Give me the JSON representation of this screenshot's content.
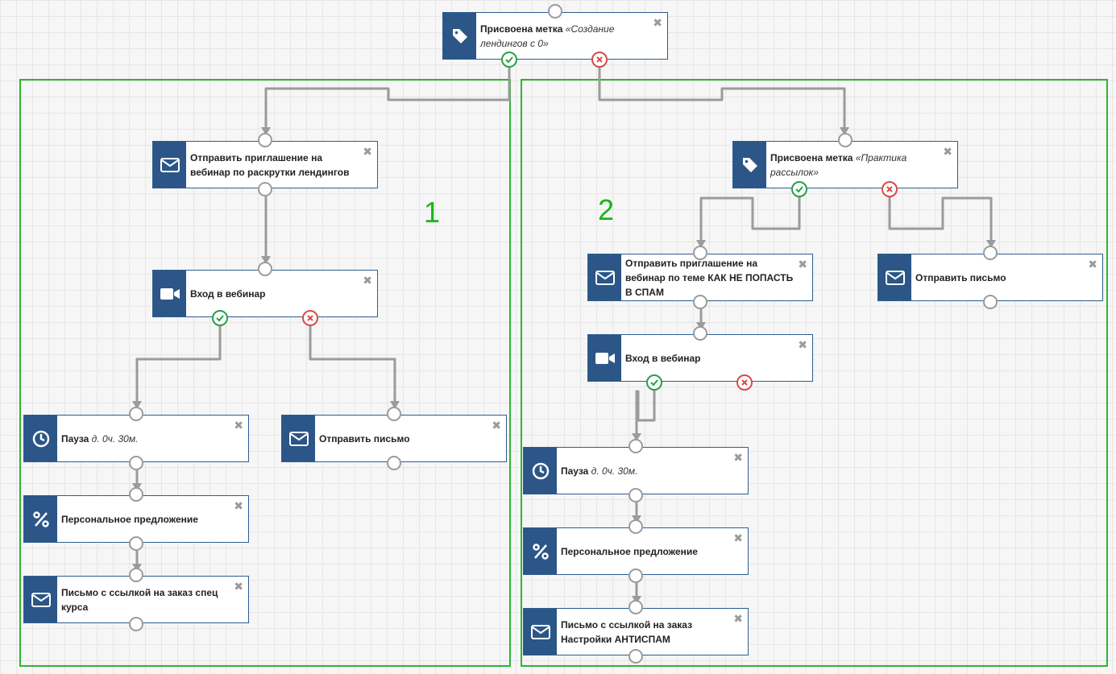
{
  "colors": {
    "icon_bg": "#2b5687",
    "group_border": "#2fb52f",
    "wire": "#9b9b9b",
    "yes": "#26a046",
    "no": "#d94a4a"
  },
  "groups": {
    "left_label": "1",
    "right_label": "2"
  },
  "nodes": {
    "top_tag": {
      "title": "Присвоена метка ",
      "detail": "«Создание лендингов с 0»",
      "icon": "tag-icon"
    },
    "l_invite": {
      "title": "Отправить приглашение на вебинар по раскрутки лендингов",
      "icon": "envelope-icon"
    },
    "l_webinar": {
      "title": "Вход в вебинар",
      "icon": "video-camera-icon"
    },
    "l_pause": {
      "title": "Пауза ",
      "detail": "д. 0ч. 30м.",
      "icon": "clock-icon"
    },
    "l_mail": {
      "title": "Отправить письмо",
      "icon": "envelope-icon"
    },
    "l_offer": {
      "title": "Персональное предложение",
      "icon": "percent-icon"
    },
    "l_letter": {
      "title": "Письмо с ссылкой на заказ спец курса",
      "icon": "envelope-icon"
    },
    "r_tag": {
      "title": "Присвоена метка ",
      "detail": "«Практика рассылок»",
      "icon": "tag-icon"
    },
    "r_invite": {
      "title": "Отправить приглашение на вебинар по теме КАК НЕ ПОПАСТЬ В СПАМ",
      "icon": "envelope-icon"
    },
    "r_mail": {
      "title": "Отправить письмо",
      "icon": "envelope-icon"
    },
    "r_webinar": {
      "title": "Вход в вебинар",
      "icon": "video-camera-icon"
    },
    "r_pause": {
      "title": "Пауза ",
      "detail": "д. 0ч. 30м.",
      "icon": "clock-icon"
    },
    "r_offer": {
      "title": "Персональное предложение",
      "icon": "percent-icon"
    },
    "r_letter": {
      "title": "Письмо с ссылкой на заказ Настройки АНТИСПАМ",
      "icon": "envelope-icon"
    }
  },
  "close_glyph": "✖"
}
